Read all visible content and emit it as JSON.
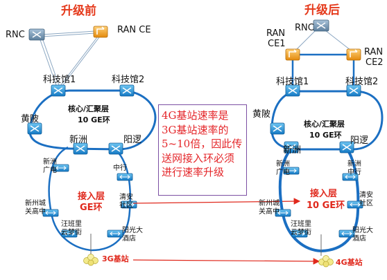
{
  "titles": {
    "before": "升级前",
    "after": "升级后"
  },
  "before": {
    "rnc": "RNC",
    "ran_ce": "RAN CE",
    "core": {
      "n1": "科技馆1",
      "n2": "科技馆2",
      "n3": "黄陂",
      "n4": "新洲",
      "n5": "阳逻"
    },
    "core_ring": {
      "line1": "核心/汇聚层",
      "line2": "10 GE环"
    },
    "access": {
      "a1": "新洲广电",
      "a2": "中行",
      "a3": "清安社区",
      "a4": "新洲城关高中",
      "a5": "汪班里云梦街",
      "a6": "阳光大酒店"
    },
    "access_ring": {
      "line1": "接入层",
      "line2": "GE环"
    },
    "base_station": "3G基站"
  },
  "after": {
    "rnc": "RNC",
    "ran_ce1": "RAN CE1",
    "ran_ce2": "RAN CE2",
    "core": {
      "n1": "科技馆1",
      "n2": "科技馆2",
      "n3": "黄陂",
      "n4": "新洲",
      "n5": "阳逻"
    },
    "core_ring": {
      "line1": "核心/汇聚层",
      "line2": "10 GE环"
    },
    "access": {
      "a1": "新洲广电",
      "a2": "新洲中行",
      "a3": "清安社区"
    },
    "access_ring": {
      "line1": "接入层",
      "line2": "10 GE环"
    },
    "base_station": "4G基站"
  },
  "note": "4G基站速率是3G基站速率的5~10倍，因此传送网接入环必须进行速率升级",
  "colors": {
    "accent": "#e53a1c",
    "ring": "#1b6fc2",
    "router": "#1a8fd6",
    "ce": "#f2a319",
    "note_border": "#7b4fa3"
  }
}
